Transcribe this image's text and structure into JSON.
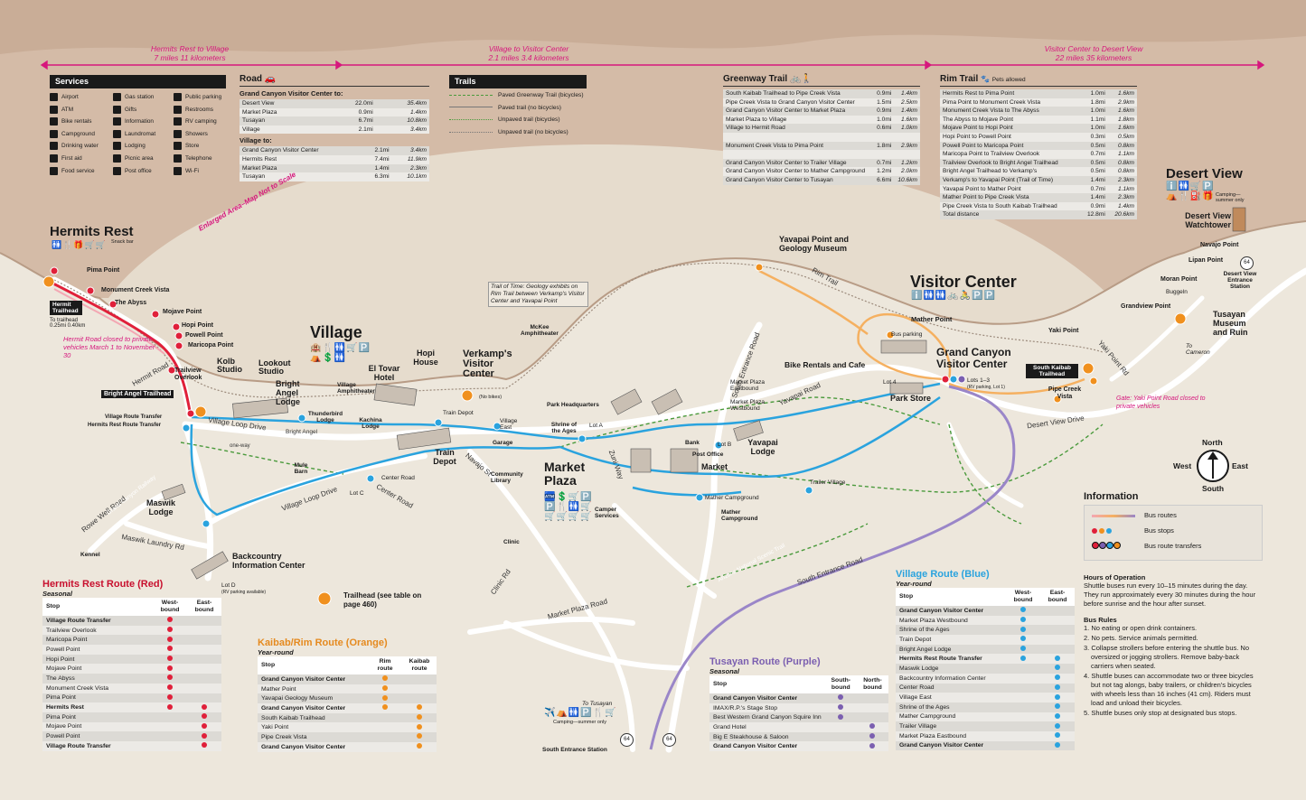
{
  "distances": [
    {
      "title": "Hermits Rest to Village",
      "value": "7 miles 11 kilometers"
    },
    {
      "title": "Village to Visitor Center",
      "value": "2.1 miles 3.4 kilometers"
    },
    {
      "title": "Visitor Center to Desert View",
      "value": "22 miles 35 kilometers"
    }
  ],
  "services": {
    "title": "Services",
    "items": [
      "Airport",
      "ATM",
      "Bike rentals",
      "Campground",
      "Drinking water",
      "First aid",
      "Food service",
      "Gas station",
      "Gifts",
      "Information",
      "Laundromat",
      "Lodging",
      "Picnic area",
      "Post office",
      "Public parking",
      "Restrooms",
      "RV camping",
      "Showers",
      "Store",
      "Telephone",
      "Wi-Fi"
    ]
  },
  "road": {
    "title": "Road",
    "from_title": "Grand Canyon Visitor Center to:",
    "from_rows": [
      [
        "Desert View",
        "22.0mi",
        "35.4km"
      ],
      [
        "Market Plaza",
        "0.9mi",
        "1.4km"
      ],
      [
        "Tusayan",
        "6.7mi",
        "10.8km"
      ],
      [
        "Village",
        "2.1mi",
        "3.4km"
      ]
    ],
    "village_title": "Village to:",
    "village_rows": [
      [
        "Grand Canyon Visitor Center",
        "2.1mi",
        "3.4km"
      ],
      [
        "Hermits Rest",
        "7.4mi",
        "11.9km"
      ],
      [
        "Market Plaza",
        "1.4mi",
        "2.3km"
      ],
      [
        "Tusayan",
        "6.3mi",
        "10.1km"
      ]
    ]
  },
  "trails": {
    "title": "Trails",
    "items": [
      "Paved Greenway Trail (bicycles)",
      "Paved trail (no bicycles)",
      "Unpaved trail (bicycles)",
      "Unpaved trail (no bicycles)"
    ]
  },
  "greenway": {
    "title": "Greenway Trail",
    "rows": [
      [
        "South Kaibab Trailhead to Pipe Creek Vista",
        "0.9mi",
        "1.4km"
      ],
      [
        "Pipe Creek Vista to Grand Canyon Visitor Center",
        "1.5mi",
        "2.5km"
      ],
      [
        "Grand Canyon Visitor Center to Market Plaza",
        "0.9mi",
        "1.4km"
      ],
      [
        "Market Plaza to Village",
        "1.0mi",
        "1.6km"
      ],
      [
        "Village to Hermit Road",
        "0.6mi",
        "1.0km"
      ],
      [
        "",
        "",
        " "
      ],
      [
        "Monument Creek Vista to Pima Point",
        "1.8mi",
        "2.9km"
      ],
      [
        "",
        "",
        " "
      ],
      [
        "Grand Canyon Visitor Center to Trailer Village",
        "0.7mi",
        "1.2km"
      ],
      [
        "Grand Canyon Visitor Center to Mather Campground",
        "1.2mi",
        "2.0km"
      ],
      [
        "Grand Canyon Visitor Center to Tusayan",
        "6.6mi",
        "10.6km"
      ]
    ]
  },
  "rim": {
    "title": "Rim Trail",
    "note": "Pets allowed",
    "rows": [
      [
        "Hermits Rest to Pima Point",
        "1.0mi",
        "1.6km"
      ],
      [
        "Pima Point to Monument Creek Vista",
        "1.8mi",
        "2.9km"
      ],
      [
        "Monument Creek Vista to The Abyss",
        "1.0mi",
        "1.6km"
      ],
      [
        "The Abyss to Mojave Point",
        "1.1mi",
        "1.8km"
      ],
      [
        "Mojave Point to Hopi Point",
        "1.0mi",
        "1.6km"
      ],
      [
        "Hopi Point to Powell Point",
        "0.3mi",
        "0.5km"
      ],
      [
        "Powell Point to Maricopa Point",
        "0.5mi",
        "0.8km"
      ],
      [
        "Maricopa Point to Trailview Overlook",
        "0.7mi",
        "1.1km"
      ],
      [
        "Trailview Overlook to Bright Angel Trailhead",
        "0.5mi",
        "0.8km"
      ],
      [
        "Bright Angel Trailhead to Verkamp's",
        "0.5mi",
        "0.8km"
      ],
      [
        "Verkamp's to Yavapai Point (Trail of Time)",
        "1.4mi",
        "2.3km"
      ],
      [
        "Yavapai Point to Mather Point",
        "0.7mi",
        "1.1km"
      ],
      [
        "Mather Point to Pipe Creek Vista",
        "1.4mi",
        "2.3km"
      ],
      [
        "Pipe Creek Vista to South Kaibab Trailhead",
        "0.9mi",
        "1.4km"
      ],
      [
        "Total distance",
        "12.8mi",
        "20.6km"
      ]
    ]
  },
  "places": {
    "hermits_rest": "Hermits Rest",
    "snack_bar": "Snack bar",
    "pima": "Pima Point",
    "monument": "Monument Creek Vista",
    "abyss": "The Abyss",
    "mojave": "Mojave Point",
    "hopi_pt": "Hopi Point",
    "powell": "Powell Point",
    "maricopa": "Maricopa Point",
    "trailview": "Trailview Overlook",
    "hermit_th": "Hermit Trailhead",
    "to_trailhead": "To trailhead",
    "to_trailhead_d": "0.25mi 0.40km",
    "hermit_closed": "Hermit Road closed to private vehicles March 1 to November 30",
    "bright_angel_th": "Bright Angel Trailhead",
    "vrt1": "Village Route Transfer",
    "vrt2": "Hermits Rest Route Transfer",
    "village": "Village",
    "kolb": "Kolb Studio",
    "lookout": "Lookout Studio",
    "ba_lodge": "Bright Angel Lodge",
    "el_tovar": "El Tovar Hotel",
    "hopi_house": "Hopi House",
    "verkamps": "Verkamp's Visitor Center",
    "no_bikes": "(No bikes)",
    "village_amph": "Village Amphitheater",
    "thunderbird": "Thunderbird Lodge",
    "kachina": "Kachina Lodge",
    "train_depot_stop": "Train Depot",
    "train_depot": "Train Depot",
    "village_east": "Village East",
    "garage": "Garage",
    "mule_barn": "Mule Barn",
    "maswik": "Maswik Lodge",
    "kennel": "Kennel",
    "backcountry": "Backcountry Information Center",
    "lot_d": "Lot D",
    "lot_d_note": "(RV parking available)",
    "lot_c": "Lot C",
    "center_road": "Center Road",
    "community_lib": "Community Library",
    "clinic": "Clinic",
    "trail_of_time": "Trail of Time: Geology exhibits on Rim Trail between Verkamp's Visitor Center and Yavapai Point",
    "mckee": "McKee Amphitheater",
    "park_hq": "Park Headquarters",
    "shrine": "Shrine of the Ages",
    "lot_a": "Lot A",
    "market_plaza": "Market Plaza",
    "camper": "Camper Services",
    "bank": "Bank",
    "post_office": "Post Office",
    "market": "Market",
    "lot_b": "Lot B",
    "mp_east": "Market Plaza Eastbound",
    "mp_west": "Market Plaza Westbound",
    "yavapai_lodge": "Yavapai Lodge",
    "yavapai_pt": "Yavapai Point and Geology Museum",
    "visitor_center": "Visitor Center",
    "mather_pt": "Mather Point",
    "bus_parking": "Bus parking",
    "gcvc": "Grand Canyon Visitor Center",
    "bike_cafe": "Bike Rentals and Cafe",
    "park_store": "Park Store",
    "lot4": "Lot 4",
    "lots13": "Lots 1–3",
    "lots13_note": "(RV parking, Lot 1)",
    "sk_trailhead": "South Kaibab Trailhead",
    "pipe_creek": "Pipe Creek Vista",
    "yaki": "Yaki Point",
    "gate_note": "Gate: Yaki Point Road closed to private vehicles",
    "trailer_village": "Trailer Village",
    "mather_cg_stop": "Mather Campground",
    "mather_cg": "Mather Campground",
    "desert_view": "Desert View",
    "dv_camp": "Camping—summer only",
    "dv_tower": "Desert View Watchtower",
    "navajo": "Navajo Point",
    "lipan": "Lipan Point",
    "moran": "Moran Point",
    "dv_entrance": "Desert View Entrance Station",
    "buggeln": "Buggeln",
    "grandview": "Grandview Point",
    "tusayan_museum": "Tusayan Museum and Ruin",
    "to_cameron": "To Cameron",
    "to_tusayan": "To Tusayan",
    "tusayan_camp": "Camping—summer only",
    "south_entrance": "South Entrance Station",
    "route64": "64",
    "enlarged": "Enlarged Area–Map Not to Scale",
    "trailhead_key": "Trailhead (see table on page 460)"
  },
  "roads": [
    "Hermit Road",
    "Village Loop Drive",
    "Rowe Well Road",
    "Maswik Laundry Rd",
    "Center Road",
    "Navajo St",
    "Zuni Way",
    "Market Plaza Road",
    "Clinic Rd",
    "South Entrance Road",
    "Yavapai Road",
    "Desert View Drive",
    "Yaki Point Rd",
    "Rim Trail",
    "Arizona National Scenic Trail",
    "Bright Angel",
    "one-way",
    "Grand Canyon Railway"
  ],
  "compass": {
    "n": "North",
    "s": "South",
    "e": "East",
    "w": "West"
  },
  "information": {
    "title": "Information",
    "legend": [
      "Bus routes",
      "Bus stops",
      "Bus route transfers"
    ],
    "hours_title": "Hours of Operation",
    "hours_text": "Shuttle buses run every 10–15 minutes during the day. They run approximately every 30 minutes during the hour before sunrise and the hour after sunset.",
    "rules_title": "Bus Rules",
    "rules": [
      "1. No eating or open drink containers.",
      "2. No pets. Service animals permitted.",
      "3. Collapse strollers before entering the shuttle bus. No oversized or jogging strollers. Remove baby-back carriers when seated.",
      "4. Shuttle buses can accommodate two or three bicycles but not tag alongs, baby trailers, or children's bicycles with wheels less than 16 inches (41 cm). Riders must load and unload their bicycles.",
      "5. Shuttle buses only stop at designated bus stops."
    ]
  },
  "routes": {
    "red": {
      "title": "Hermits Rest Route (Red)",
      "sub": "Seasonal",
      "c1": "Stop",
      "c2": "West-bound",
      "c3": "East-bound",
      "color": "#e0203a",
      "rows": [
        [
          "Village Route Transfer",
          "1",
          "0"
        ],
        [
          "Trailview Overlook",
          "1",
          "0"
        ],
        [
          "Maricopa Point",
          "1",
          "0"
        ],
        [
          "Powell Point",
          "1",
          "0"
        ],
        [
          "Hopi Point",
          "1",
          "0"
        ],
        [
          "Mojave Point",
          "1",
          "0"
        ],
        [
          "The Abyss",
          "1",
          "0"
        ],
        [
          "Monument Creek Vista",
          "1",
          "0"
        ],
        [
          "Pima Point",
          "1",
          "0"
        ],
        [
          "Hermits Rest",
          "1",
          "1"
        ],
        [
          "Pima Point",
          "0",
          "1"
        ],
        [
          "Mojave Point",
          "0",
          "1"
        ],
        [
          "Powell Point",
          "0",
          "1"
        ],
        [
          "Village Route Transfer",
          "0",
          "1"
        ]
      ]
    },
    "orange": {
      "title": "Kaibab/Rim Route (Orange)",
      "sub": "Year-round",
      "c1": "Stop",
      "c2": "Rim route",
      "c3": "Kaibab route",
      "color": "#f0901e",
      "rows": [
        [
          "Grand Canyon Visitor Center",
          "1",
          "0"
        ],
        [
          "Mather Point",
          "1",
          "0"
        ],
        [
          "Yavapai Geology Museum",
          "1",
          "0"
        ],
        [
          "Grand Canyon Visitor Center",
          "1",
          "1"
        ],
        [
          "South Kaibab Trailhead",
          "0",
          "1"
        ],
        [
          "Yaki Point",
          "0",
          "1"
        ],
        [
          "Pipe Creek Vista",
          "0",
          "1"
        ],
        [
          "Grand Canyon Visitor Center",
          "0",
          "1"
        ]
      ]
    },
    "purple": {
      "title": "Tusayan Route (Purple)",
      "sub": "Seasonal",
      "c1": "Stop",
      "c2": "South-bound",
      "c3": "North-bound",
      "color": "#7b5fb0",
      "rows": [
        [
          "Grand Canyon Visitor Center",
          "1",
          "0"
        ],
        [
          "IMAX/R.P.'s Stage Stop",
          "1",
          "0"
        ],
        [
          "Best Western Grand Canyon Squire Inn",
          "1",
          "0"
        ],
        [
          "Grand Hotel",
          "0",
          "1"
        ],
        [
          "Big E Steakhouse & Saloon",
          "0",
          "1"
        ],
        [
          "Grand Canyon Visitor Center",
          "0",
          "1"
        ]
      ]
    },
    "blue": {
      "title": "Village Route (Blue)",
      "sub": "Year-round",
      "c1": "Stop",
      "c2": "West-bound",
      "c3": "East-bound",
      "color": "#2aa3de",
      "rows": [
        [
          "Grand Canyon Visitor Center",
          "1",
          "0"
        ],
        [
          "Market Plaza Westbound",
          "1",
          "0"
        ],
        [
          "Shrine of the Ages",
          "1",
          "0"
        ],
        [
          "Train Depot",
          "1",
          "0"
        ],
        [
          "Bright Angel Lodge",
          "1",
          "0"
        ],
        [
          "Hermits Rest Route Transfer",
          "1",
          "1"
        ],
        [
          "Maswik Lodge",
          "0",
          "1"
        ],
        [
          "Backcountry Information Center",
          "0",
          "1"
        ],
        [
          "Center Road",
          "0",
          "1"
        ],
        [
          "Village East",
          "0",
          "1"
        ],
        [
          "Shrine of the Ages",
          "0",
          "1"
        ],
        [
          "Mather Campground",
          "0",
          "1"
        ],
        [
          "Trailer Village",
          "0",
          "1"
        ],
        [
          "Market Plaza Eastbound",
          "0",
          "1"
        ],
        [
          "Grand Canyon Visitor Center",
          "0",
          "1"
        ]
      ]
    }
  },
  "colors": {
    "bg": "#efe9df",
    "canyon": "#d2b9a5",
    "rim": "#c3a58e",
    "red": "#e0203a",
    "orange": "#f0901e",
    "blue": "#2aa3de",
    "purple": "#7b5fb0",
    "green": "#4a9a3c",
    "road": "#ffffff",
    "pink": "#d6177d"
  }
}
